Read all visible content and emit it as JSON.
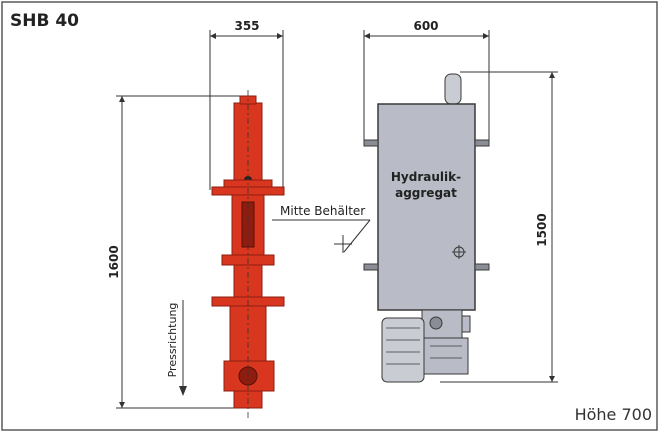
{
  "title": "SHB 40",
  "dimensions": {
    "cylinder_width": "355",
    "unit_width": "600",
    "cylinder_height": "1600",
    "unit_height": "1500"
  },
  "labels": {
    "center_tank": "Mitte Behälter",
    "hydraulic_line1": "Hydraulik-",
    "hydraulic_line2": "aggregat",
    "press_direction": "Pressrichtung",
    "height_note": "Höhe 700"
  },
  "colors": {
    "frame": "#5a5a5a",
    "cylinder": "#d8361f",
    "cylinder_dark": "#8e1d10",
    "tank": "#b9bcc6",
    "tank_edge": "#3a3a3a",
    "motor": "#c9ccd3"
  }
}
